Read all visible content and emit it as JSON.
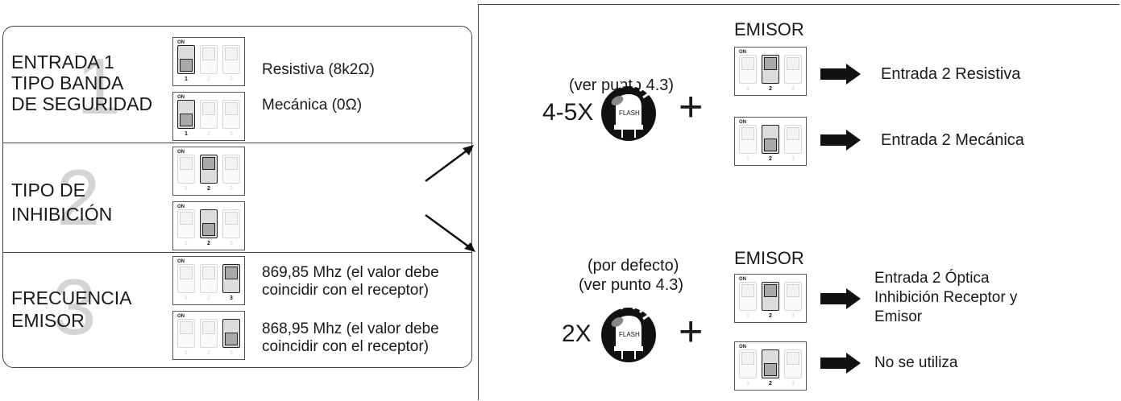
{
  "sections": [
    {
      "number": "1",
      "label_lines": [
        "ENTRADA 1",
        "TIPO BANDA",
        "DE SEGURIDAD"
      ],
      "options": [
        {
          "text": "Resistiva (8k2Ω)"
        },
        {
          "text": "Mecánica (0Ω)"
        }
      ]
    },
    {
      "number": "2",
      "label_lines": [
        "TIPO DE",
        "INHIBICIÓN"
      ]
    },
    {
      "number": "3",
      "label_lines": [
        "FRECUENCIA",
        "EMISOR"
      ],
      "options": [
        {
          "text_lines": [
            "869,85 Mhz (el valor debe",
            "coincidir con el receptor)"
          ]
        },
        {
          "text_lines": [
            "868,95 Mhz (el valor debe",
            "coincidir con el receptor)"
          ]
        }
      ]
    }
  ],
  "dip": {
    "on_label": "ON",
    "numbers": [
      "1",
      "2",
      "3"
    ]
  },
  "flash_label": "FLASH",
  "plus": "+",
  "right_top": {
    "note": "(ver punto 4.3)",
    "count": "4-5X",
    "emisor_title": "EMISOR",
    "results": [
      "Entrada 2 Resistiva",
      "Entrada 2 Mecánica"
    ]
  },
  "right_bottom": {
    "note_lines": [
      "(por defecto)",
      "(ver punto 4.3)"
    ],
    "count": "2X",
    "emisor_title": "EMISOR",
    "result1_lines": [
      "Entrada 2 Óptica",
      "Inhibición Receptor y",
      "Emisor"
    ],
    "result2": "No se utiliza"
  }
}
